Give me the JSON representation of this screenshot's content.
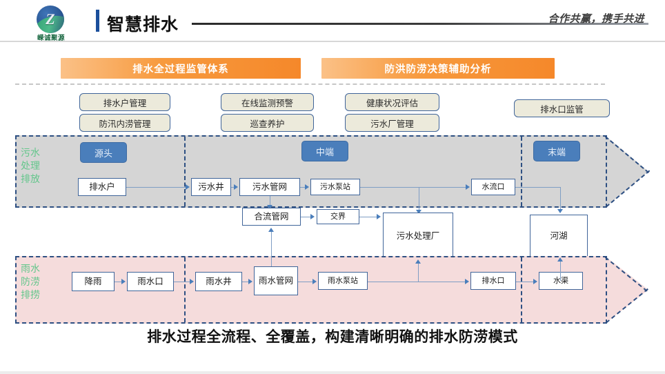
{
  "header": {
    "logo_text": "嵘诚聚源",
    "logo_glyph": "Z",
    "title": "智慧排水",
    "tagline": "合作共赢，携手共进"
  },
  "banners": [
    {
      "label": "排水全过程监管体系"
    },
    {
      "label": "防洪防涝决策辅助分析"
    }
  ],
  "modules": [
    {
      "label": "排水户管理"
    },
    {
      "label": "防汛内涝管理"
    },
    {
      "label": "在线监测预警"
    },
    {
      "label": "巡查养护"
    },
    {
      "label": "健康状况评估"
    },
    {
      "label": "污水厂管理"
    },
    {
      "label": "排水口监管"
    }
  ],
  "stages": [
    {
      "label": "源头"
    },
    {
      "label": "中端"
    },
    {
      "label": "末端"
    }
  ],
  "bands": [
    {
      "label": "污水\n处理\n排放",
      "lines": [
        "污水",
        "处理",
        "排放"
      ]
    },
    {
      "label": "雨水\n防涝\n排捞",
      "lines": [
        "雨水",
        "防涝",
        "排捞"
      ]
    }
  ],
  "sewage_flow": [
    {
      "label": "排水户"
    },
    {
      "label": "污水井"
    },
    {
      "label": "污水管网"
    },
    {
      "label": "污水泵站"
    },
    {
      "label": "水流口"
    }
  ],
  "middle_flow": [
    {
      "label": "合流管网"
    },
    {
      "label": "交界"
    },
    {
      "label": "污水处理厂"
    },
    {
      "label": "河湖"
    }
  ],
  "rain_flow": [
    {
      "label": "降雨"
    },
    {
      "label": "雨水口"
    },
    {
      "label": "雨水井"
    },
    {
      "label": "雨水管网"
    },
    {
      "label": "雨水泵站"
    },
    {
      "label": "排水口"
    },
    {
      "label": "水渠"
    }
  ],
  "caption": "排水过程全流程、全覆盖，构建清晰明确的排水防涝模式",
  "colors": {
    "banner_orange": "#f5882a",
    "stage_blue": "#4a7ebb",
    "node_border": "#3f6499",
    "module_fill": "#eceadb",
    "band_gray": "#d5d5d5",
    "band_pink": "#f5dcdc",
    "band_label_green": "#63c68b",
    "dashed_navy": "#2d4f82"
  }
}
